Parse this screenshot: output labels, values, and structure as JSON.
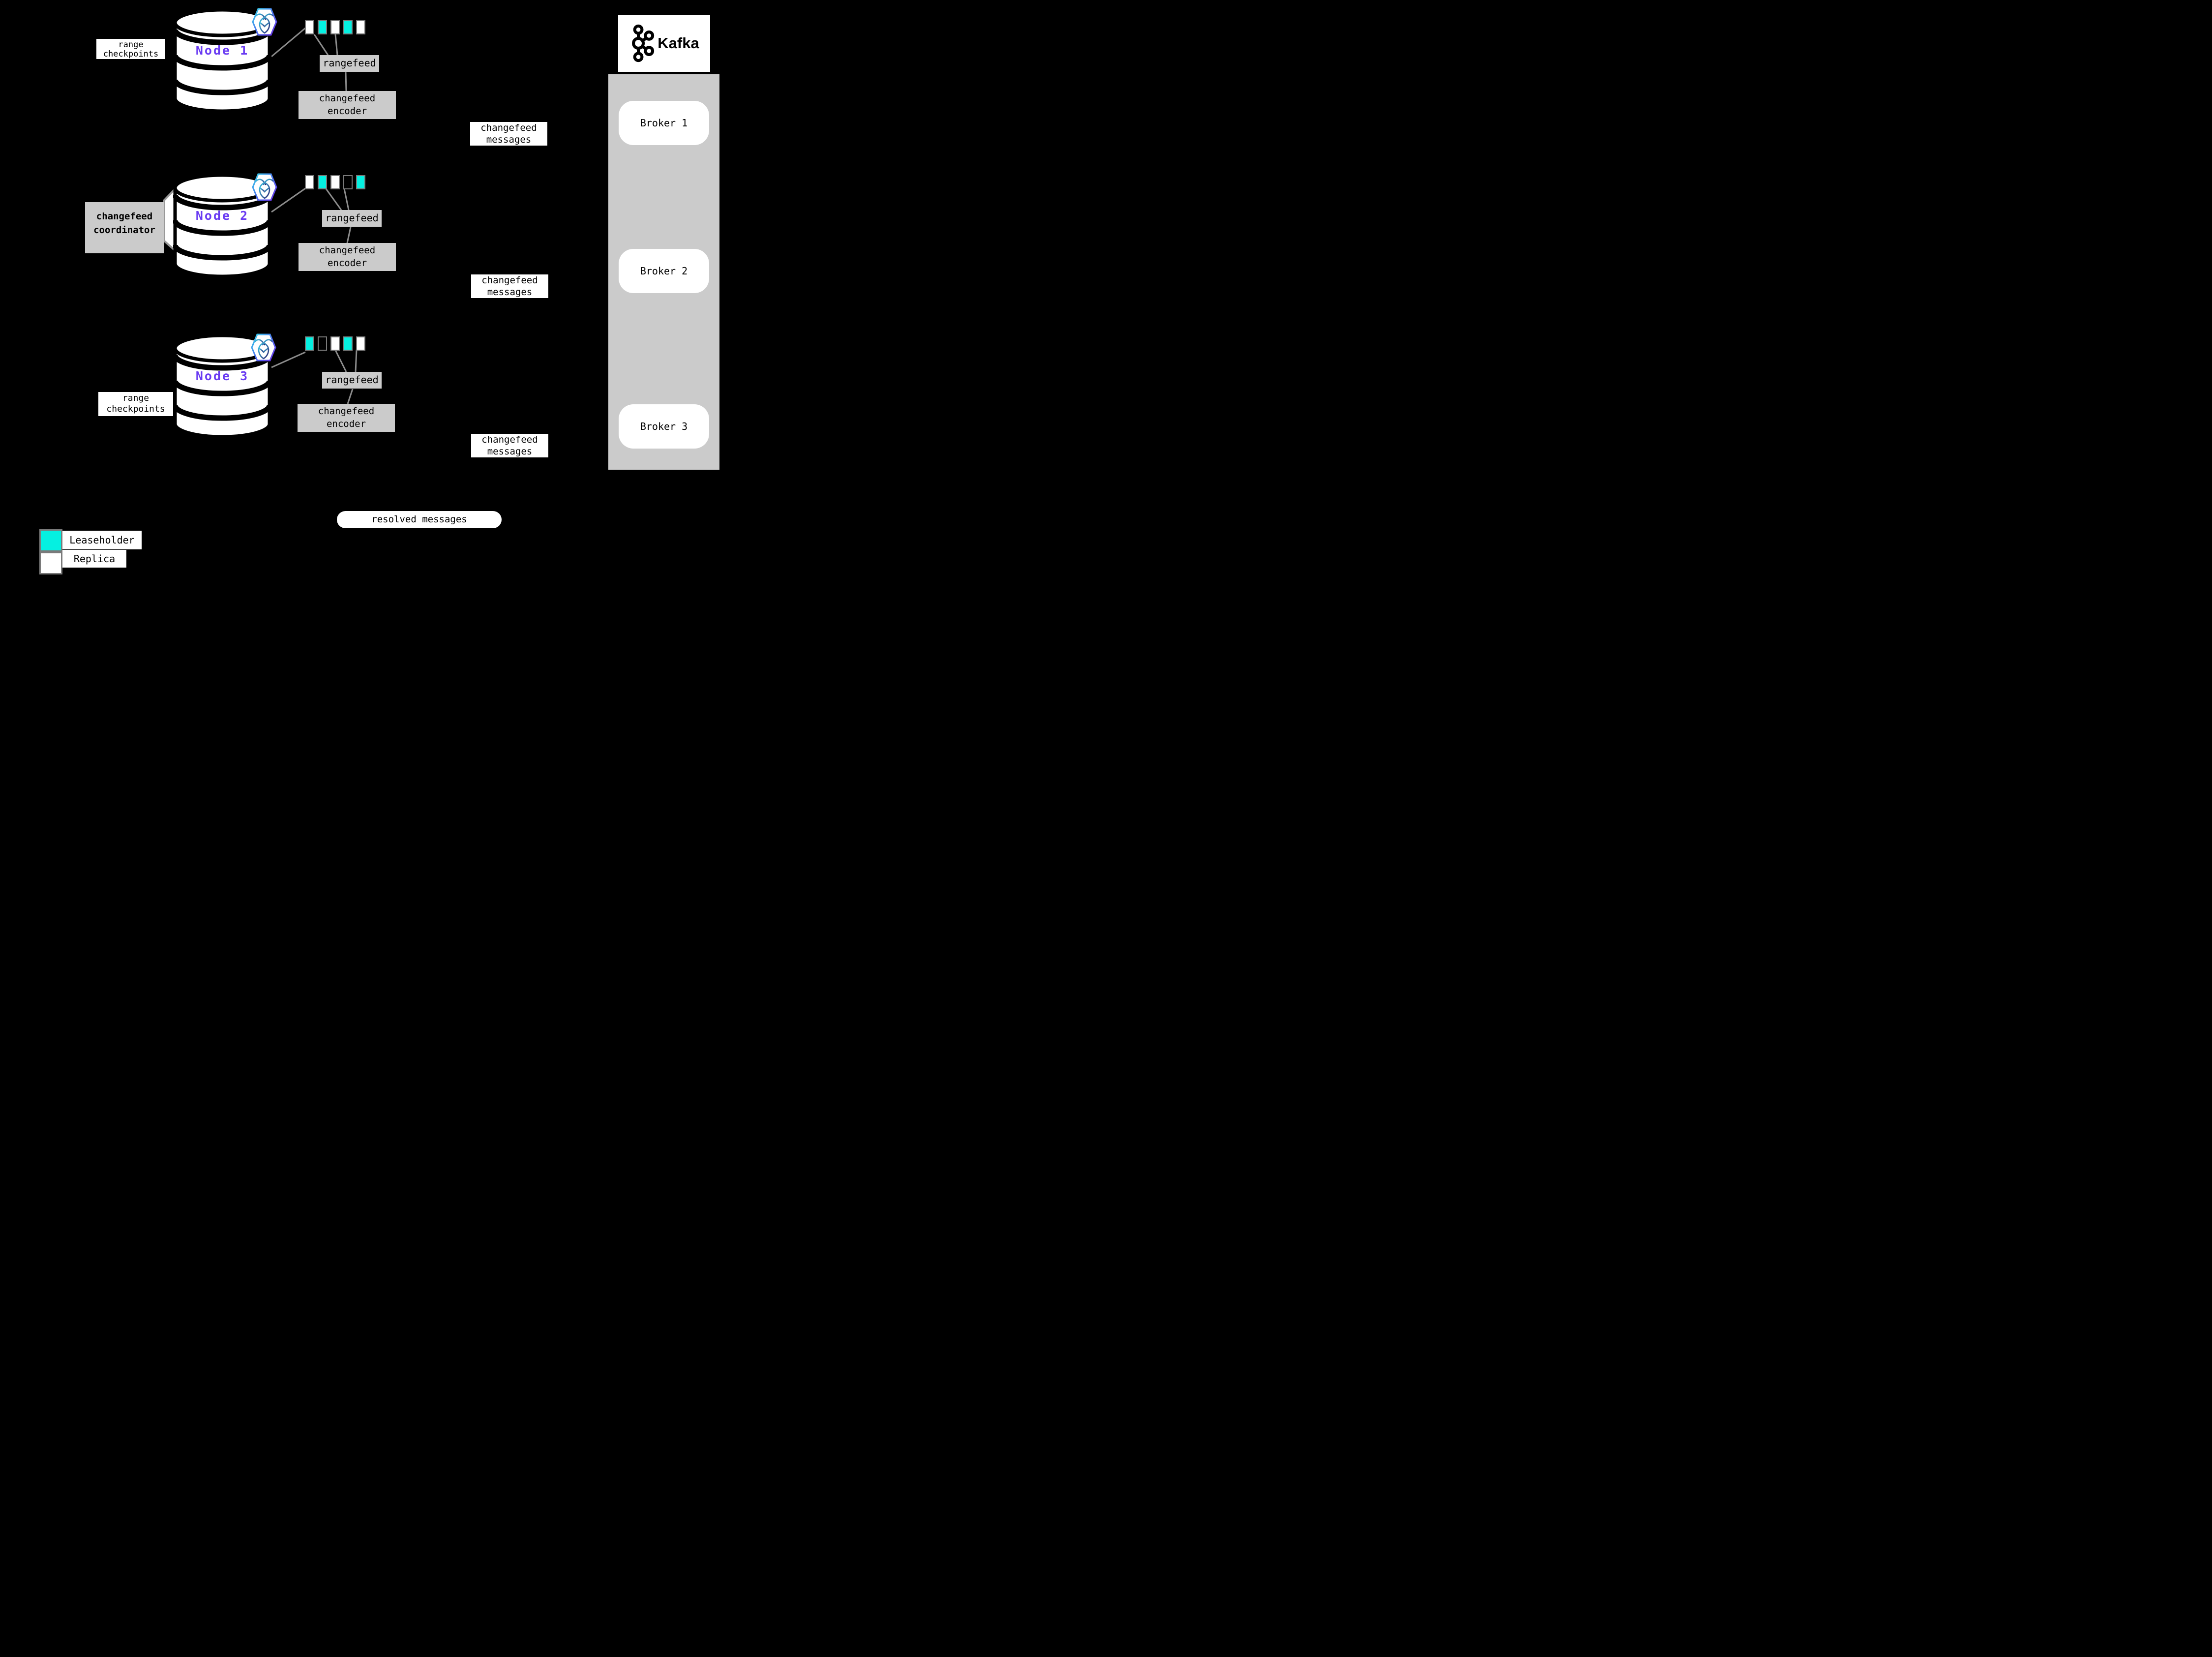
{
  "colors": {
    "leaseholder": "#05F0E1",
    "replica": "#ffffff",
    "empty": "transparent",
    "box_gray": "#cbcbcb",
    "node_label_purple": "#6A3BF2",
    "rect_border_gray": "#7a7a7a",
    "connector_gray": "#8c8c8c",
    "background": "#000000"
  },
  "checkpoint_label": {
    "line1": "range",
    "line2": "checkpoints"
  },
  "rangefeed_label": "rangefeed",
  "encoder_label": {
    "line1": "changefeed",
    "line2": "encoder"
  },
  "messages_label": {
    "line1": "changefeed",
    "line2": "messages"
  },
  "coordinator": {
    "line1": "changefeed",
    "line2": "coordinator"
  },
  "resolved_label": "resolved messages",
  "kafka": {
    "logo_text": "Kafka",
    "brokers": [
      "Broker 1",
      "Broker 2",
      "Broker 3"
    ]
  },
  "nodes": [
    {
      "label": "Node 1",
      "ranges": [
        "replica",
        "leaseholder",
        "replica",
        "leaseholder",
        "replica"
      ]
    },
    {
      "label": "Node 2",
      "ranges": [
        "replica",
        "leaseholder",
        "replica",
        "empty",
        "leaseholder"
      ]
    },
    {
      "label": "Node 3",
      "ranges": [
        "leaseholder",
        "empty",
        "replica",
        "leaseholder",
        "replica"
      ]
    }
  ],
  "legend": {
    "items": [
      {
        "swatch": "leaseholder",
        "label": "Leaseholder"
      },
      {
        "swatch": "replica",
        "label": "Replica"
      }
    ]
  }
}
